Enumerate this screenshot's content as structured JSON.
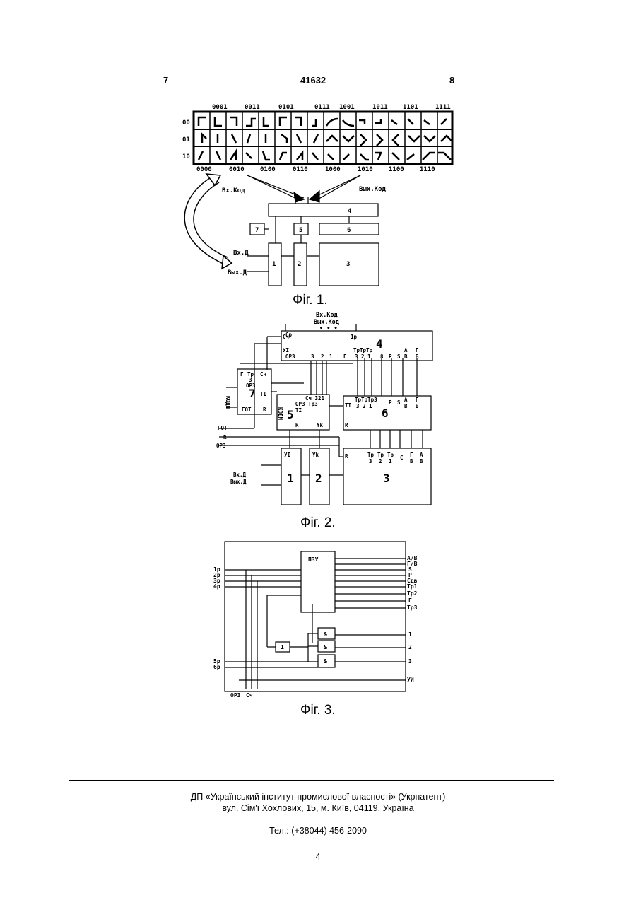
{
  "header": {
    "left_col": "7",
    "patent_no": "41632",
    "right_col": "8"
  },
  "fig1": {
    "caption": "Фіг. 1.",
    "top_codes": [
      "0001",
      "0011",
      "0101",
      "0111",
      "1001",
      "1011",
      "1101",
      "1111"
    ],
    "bottom_codes": [
      "0000",
      "0010",
      "0100",
      "0110",
      "1000",
      "1010",
      "1100",
      "1110"
    ],
    "row_labels": [
      "00",
      "01",
      "10"
    ],
    "in_code": "Вх.Код",
    "out_code": "Вых.Код",
    "in_data": "Вх.Д",
    "out_data": "Вых.Д",
    "blocks": [
      "1",
      "2",
      "3",
      "4",
      "5",
      "6",
      "7"
    ]
  },
  "fig2": {
    "caption": "Фіг. 2.",
    "in_code": "Вх.Код",
    "out_code": "Вых.Код",
    "dots": "• • •",
    "b4_pins": [
      "Сч",
      "УІ",
      "6р",
      "1р",
      "ОРЗ",
      "3",
      "2",
      "1",
      "Г",
      "ТрТрТр",
      "3 2 1",
      "8",
      "Р",
      "S",
      "А",
      "В",
      "Г",
      "В"
    ],
    "b7_pins": [
      "Г",
      "Тр",
      "Сч",
      "3",
      "ОРЗ",
      "ТІ",
      "ГОТ",
      "R"
    ],
    "left_signals": [
      "ГОТ",
      "R",
      "ОРЗ"
    ],
    "kod_vertical": "КОДN",
    "b5_pins": [
      "Сч 321",
      "ОРЗ Тр3",
      "ТІ",
      "R",
      "Yk"
    ],
    "b6_pins": [
      "ТІ",
      "ТрТрТр3",
      "3 2 1",
      "Р",
      "S",
      "А",
      "В",
      "Г",
      "В",
      "R"
    ],
    "b3_pins": [
      "Тр",
      "Тр",
      "Тр",
      "3",
      "2",
      "1",
      "С",
      "Г",
      "В",
      "А",
      "В",
      "R"
    ],
    "b1_label": "УІ",
    "b2_label": "Yk",
    "in_data": "Вх.Д",
    "out_data": "Вых.Д",
    "blocks": [
      "1",
      "2",
      "3",
      "4",
      "5",
      "6",
      "7"
    ]
  },
  "fig3": {
    "caption": "Фіг. 3.",
    "rom": "ПЗУ",
    "inputs": [
      "1р",
      "2р",
      "3р",
      "4р",
      "5р",
      "6р"
    ],
    "outputs_top": [
      "А/В",
      "Г/В",
      "S",
      "Р",
      "Сдв",
      "Тр1",
      "Тр2",
      "Г",
      "Тр3"
    ],
    "outputs_bottom": [
      "1",
      "2",
      "3",
      "УИ"
    ],
    "bottom_labels": [
      "ОРЗ",
      "Сч"
    ],
    "and_gate": "&",
    "not_gate": "1"
  },
  "footer": {
    "line1": "ДП «Український інститут промислової власності» (Укрпатент)",
    "line2": "вул. Сім'ї Хохлових, 15, м. Київ, 04119, Україна",
    "line3": "Тел.: (+38044) 456-2090",
    "page": "4"
  }
}
